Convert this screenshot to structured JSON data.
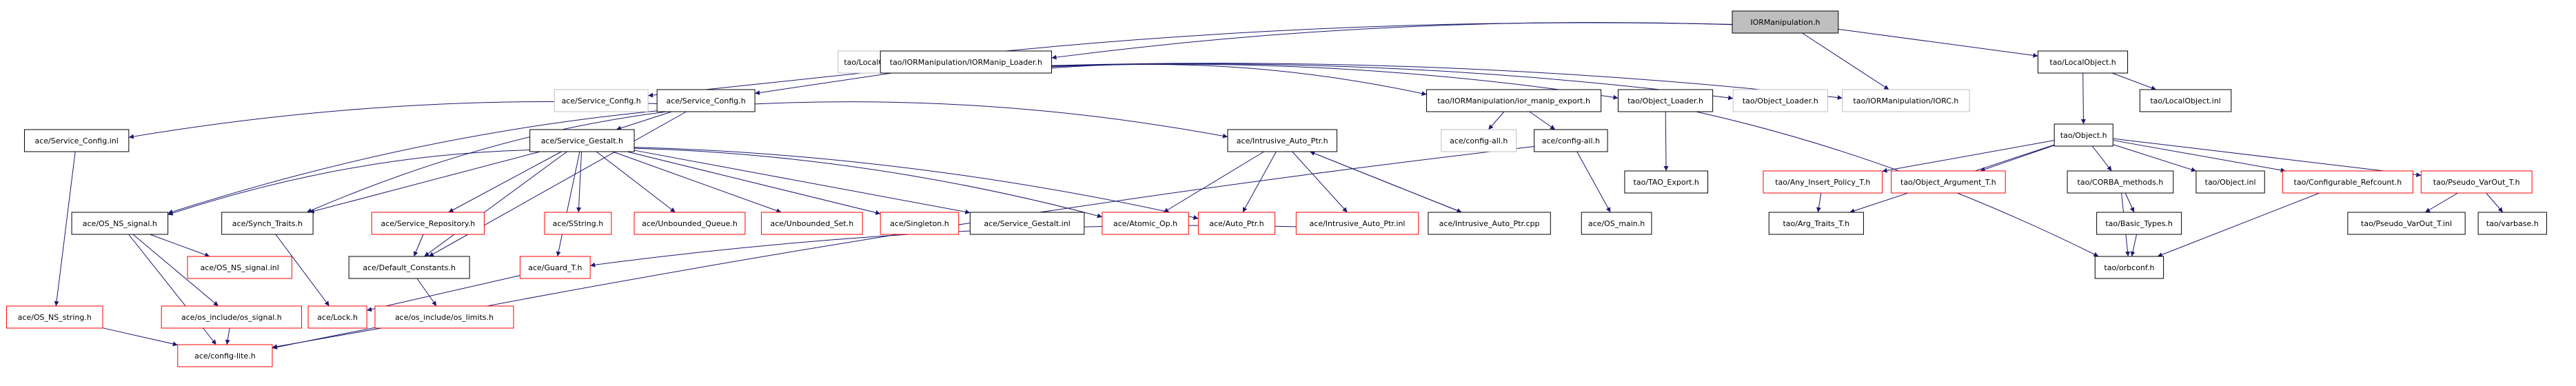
{
  "colors": {
    "edge": "#191970",
    "box_normal": "#000000",
    "box_missing": "#bfbfbf",
    "box_red": "#ff0000",
    "root_fill": "#bfbfbf",
    "text": "#000000"
  },
  "diagram": {
    "nodes": [
      {
        "id": "root",
        "label": "IORManipulation.h",
        "style": "root"
      },
      {
        "id": "tao_local_h",
        "label": "tao/LocalObject.h",
        "style": "missing"
      },
      {
        "id": "ior_manip_loader",
        "label": "tao/IORManipulation/IORManip_Loader.h",
        "style": "normal"
      },
      {
        "id": "tao_localobject_h",
        "label": "tao/LocalObject.h",
        "style": "normal"
      },
      {
        "id": "ace_service_config_h_missing",
        "label": "ace/Service_Config.h",
        "style": "missing"
      },
      {
        "id": "ace_service_config_h",
        "label": "ace/Service_Config.h",
        "style": "normal"
      },
      {
        "id": "ior_manip_export",
        "label": "tao/IORManipulation/ior_manip_export.h",
        "style": "normal"
      },
      {
        "id": "tao_object_loader",
        "label": "tao/Object_Loader.h",
        "style": "normal"
      },
      {
        "id": "tao_object_loader_missing",
        "label": "tao/Object_Loader.h",
        "style": "missing"
      },
      {
        "id": "iorc_h",
        "label": "tao/IORManipulation/IORC.h",
        "style": "missing"
      },
      {
        "id": "tao_object_h",
        "label": "tao/Object.h",
        "style": "normal"
      },
      {
        "id": "tao_localobject_inl",
        "label": "tao/LocalObject.inl",
        "style": "normal"
      },
      {
        "id": "ace_service_config_inl",
        "label": "ace/Service_Config.inl",
        "style": "normal"
      },
      {
        "id": "ace_service_gestalt",
        "label": "ace/Service_Gestalt.h",
        "style": "normal"
      },
      {
        "id": "ace_intrusive_auto_ptr_h",
        "label": "ace/Intrusive_Auto_Ptr.h",
        "style": "normal"
      },
      {
        "id": "config_all_missing",
        "label": "ace/config-all.h",
        "style": "missing"
      },
      {
        "id": "config_all",
        "label": "ace/config-all.h",
        "style": "normal"
      },
      {
        "id": "tao_export",
        "label": "tao/TAO_Export.h",
        "style": "normal"
      },
      {
        "id": "tao_any_insert",
        "label": "tao/Any_Insert_Policy_T.h",
        "style": "red"
      },
      {
        "id": "tao_object_argument",
        "label": "tao/Object_Argument_T.h",
        "style": "red"
      },
      {
        "id": "tao_corba_methods",
        "label": "tao/CORBA_methods.h",
        "style": "normal"
      },
      {
        "id": "tao_object_inl",
        "label": "tao/Object.inl",
        "style": "normal"
      },
      {
        "id": "tao_configurable_refcount",
        "label": "tao/Configurable_Refcount.h",
        "style": "red"
      },
      {
        "id": "tao_pseudo_varout",
        "label": "tao/Pseudo_VarOut_T.h",
        "style": "red"
      },
      {
        "id": "ace_os_ns_signal",
        "label": "ace/OS_NS_signal.h",
        "style": "normal"
      },
      {
        "id": "ace_synch_traits",
        "label": "ace/Synch_Traits.h",
        "style": "normal"
      },
      {
        "id": "ace_service_repository",
        "label": "ace/Service_Repository.h",
        "style": "red"
      },
      {
        "id": "ace_sstring",
        "label": "ace/SString.h",
        "style": "red"
      },
      {
        "id": "ace_unbounded_queue",
        "label": "ace/Unbounded_Queue.h",
        "style": "red"
      },
      {
        "id": "ace_unbounded_set",
        "label": "ace/Unbounded_Set.h",
        "style": "red"
      },
      {
        "id": "ace_singleton",
        "label": "ace/Singleton.h",
        "style": "red"
      },
      {
        "id": "ace_service_gestalt_inl",
        "label": "ace/Service_Gestalt.inl",
        "style": "normal"
      },
      {
        "id": "ace_atomic_op",
        "label": "ace/Atomic_Op.h",
        "style": "red"
      },
      {
        "id": "ace_auto_ptr",
        "label": "ace/Auto_Ptr.h",
        "style": "red"
      },
      {
        "id": "ace_intrusive_auto_ptr_inl",
        "label": "ace/Intrusive_Auto_Ptr.inl",
        "style": "red"
      },
      {
        "id": "ace_intrusive_auto_ptr_cpp",
        "label": "ace/Intrusive_Auto_Ptr.cpp",
        "style": "normal"
      },
      {
        "id": "ace_os_main",
        "label": "ace/OS_main.h",
        "style": "normal"
      },
      {
        "id": "tao_arg_traits",
        "label": "tao/Arg_Traits_T.h",
        "style": "normal"
      },
      {
        "id": "tao_basic_types",
        "label": "tao/Basic_Types.h",
        "style": "normal"
      },
      {
        "id": "tao_pseudo_varout_inl",
        "label": "tao/Pseudo_VarOut_T.inl",
        "style": "normal"
      },
      {
        "id": "tao_varbase",
        "label": "tao/varbase.h",
        "style": "normal"
      },
      {
        "id": "ace_os_ns_signal_inl",
        "label": "ace/OS_NS_signal.inl",
        "style": "red"
      },
      {
        "id": "ace_default_constants",
        "label": "ace/Default_Constants.h",
        "style": "normal"
      },
      {
        "id": "ace_guard_t",
        "label": "ace/Guard_T.h",
        "style": "red"
      },
      {
        "id": "tao_orbconf",
        "label": "tao/orbconf.h",
        "style": "normal"
      },
      {
        "id": "ace_os_ns_string",
        "label": "ace/OS_NS_string.h",
        "style": "red"
      },
      {
        "id": "ace_os_include_signal",
        "label": "ace/os_include/os_signal.h",
        "style": "red"
      },
      {
        "id": "ace_lock",
        "label": "ace/Lock.h",
        "style": "red"
      },
      {
        "id": "ace_os_include_limits",
        "label": "ace/os_include/os_limits.h",
        "style": "red"
      },
      {
        "id": "ace_config_lite",
        "label": "ace/config-lite.h",
        "style": "red"
      }
    ]
  }
}
